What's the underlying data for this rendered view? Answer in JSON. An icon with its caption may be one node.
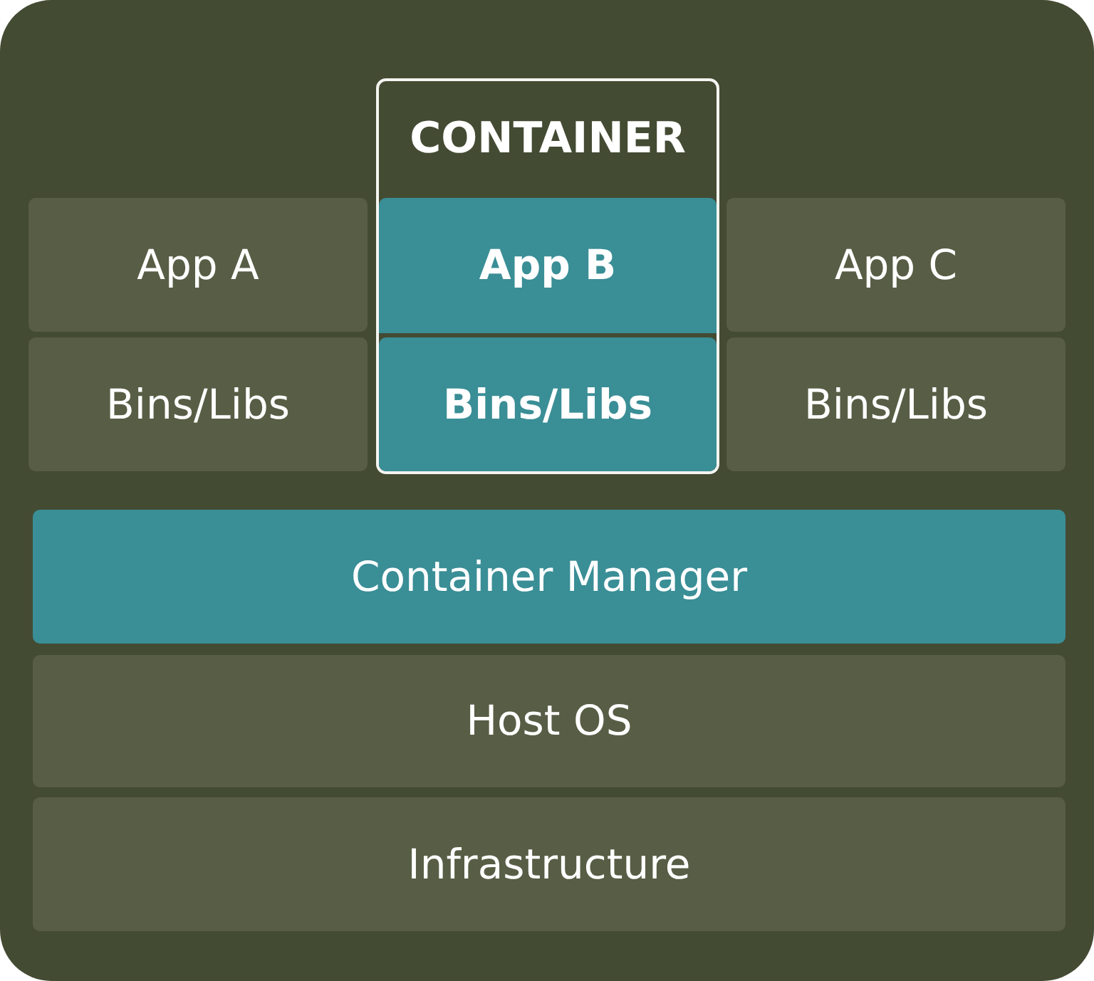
{
  "diagram": {
    "nodes": [
      {
        "text": [
          "CONTAINER"
        ]
      },
      {
        "text": [
          "App A"
        ]
      },
      {
        "text": [
          "App B"
        ],
        "in": 0
      },
      {
        "text": [
          "App C"
        ]
      },
      {
        "text": [
          "Bins/Libs"
        ]
      },
      {
        "text": [
          "Bins/Libs"
        ],
        "in": 0
      },
      {
        "text": [
          "Bins/Libs"
        ]
      },
      {
        "text": [
          "Container Manager"
        ]
      },
      {
        "text": [
          "Host OS"
        ]
      },
      {
        "text": [
          "Infrastructure"
        ]
      }
    ]
  }
}
